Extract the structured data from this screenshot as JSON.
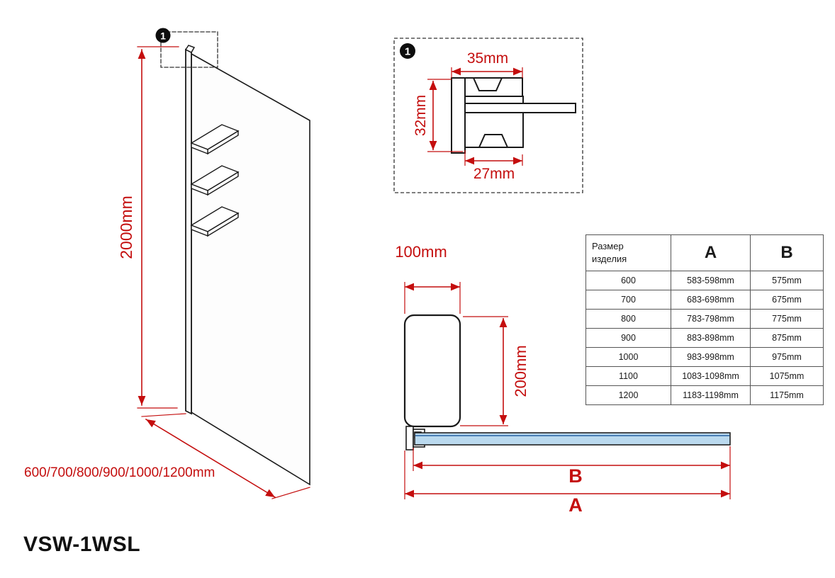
{
  "page": {
    "model": "VSW-1WSL",
    "background": "#ffffff",
    "accent_red": "#c40e0e",
    "line_color": "#1a1a1a",
    "glass_fill": "#bad9ee"
  },
  "isometric_view": {
    "height_label": "2000mm",
    "width_options_label": "600/700/800/900/1000/1200mm",
    "callout_number": "1"
  },
  "detail_view": {
    "callout_number": "1",
    "top_width_label": "35mm",
    "side_height_label": "32mm",
    "bottom_width_label": "27mm"
  },
  "profile_view": {
    "depth_label": "100mm",
    "height_label": "200mm",
    "dim_b_label": "B",
    "dim_a_label": "A"
  },
  "size_table": {
    "header_col1_line1": "Размер",
    "header_col1_line2": "изделия",
    "header_a": "A",
    "header_b": "B",
    "rows": [
      {
        "size": "600",
        "a": "583-598mm",
        "b": "575mm"
      },
      {
        "size": "700",
        "a": "683-698mm",
        "b": "675mm"
      },
      {
        "size": "800",
        "a": "783-798mm",
        "b": "775mm"
      },
      {
        "size": "900",
        "a": "883-898mm",
        "b": "875mm"
      },
      {
        "size": "1000",
        "a": "983-998mm",
        "b": "975mm"
      },
      {
        "size": "1100",
        "a": "1083-1098mm",
        "b": "1075mm"
      },
      {
        "size": "1200",
        "a": "1183-1198mm",
        "b": "1175mm"
      }
    ]
  }
}
